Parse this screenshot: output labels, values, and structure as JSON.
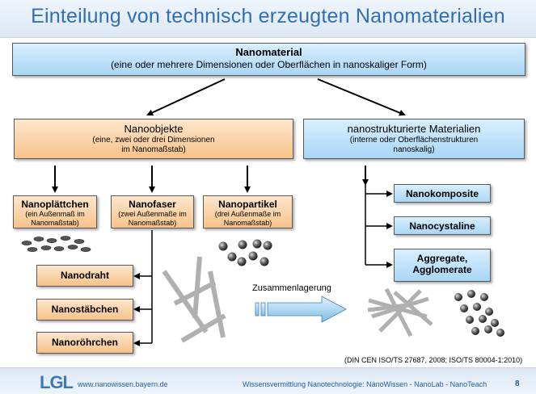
{
  "title": "Einteilung von technisch erzeugten Nanomaterialien",
  "nanomaterial": {
    "heading": "Nanomaterial",
    "subtext": "(eine oder mehrere Dimensionen oder Oberflächen in nanoskaliger Form)"
  },
  "nanoobjekte": {
    "heading": "Nanoobjekte",
    "sub1": "(eine, zwei oder drei Dimensionen",
    "sub2": "im Nanomaßstab)"
  },
  "nanostrukturiert": {
    "heading": "nanostrukturierte Materialien",
    "sub1": "(interne oder Oberflächenstrukturen",
    "sub2": "nanoskalig)"
  },
  "nanoplaettchen": {
    "heading": "Nanoplättchen",
    "sub1": "(ein Außenmaß im",
    "sub2": "Nanomaßstab)"
  },
  "nanofaser": {
    "heading": "Nanofaser",
    "sub1": "(zwei Außenmaße im",
    "sub2": "Nanomaßstab)"
  },
  "nanopartikel": {
    "heading": "Nanopartikel",
    "sub1": "(drei Außenmaße im",
    "sub2": "Nanomaßstab)"
  },
  "fiber_types": [
    "Nanodraht",
    "Nanostäbchen",
    "Nanoröhrchen"
  ],
  "structured_types": [
    "Nanokomposite",
    "Nanocystaline",
    "Aggregate,",
    "Agglomerate"
  ],
  "arrow_label": "Zusammenlagerung",
  "citation": "(DIN CEN ISO/TS 27687, 2008; ISO/TS 80004-1:2010)",
  "footer": {
    "logo": "LGL",
    "url": "www.nanowissen.bayern.de",
    "text": "Wissensvermittlung Nanotechnologie:  NanoWissen - NanoLab - NanoTeach",
    "page": "8"
  },
  "colors": {
    "title": "#2f6fb3",
    "blue_box": "#a9d6f5",
    "orange_box": "#f7c28a",
    "footer_text": "#1f5fa3"
  }
}
